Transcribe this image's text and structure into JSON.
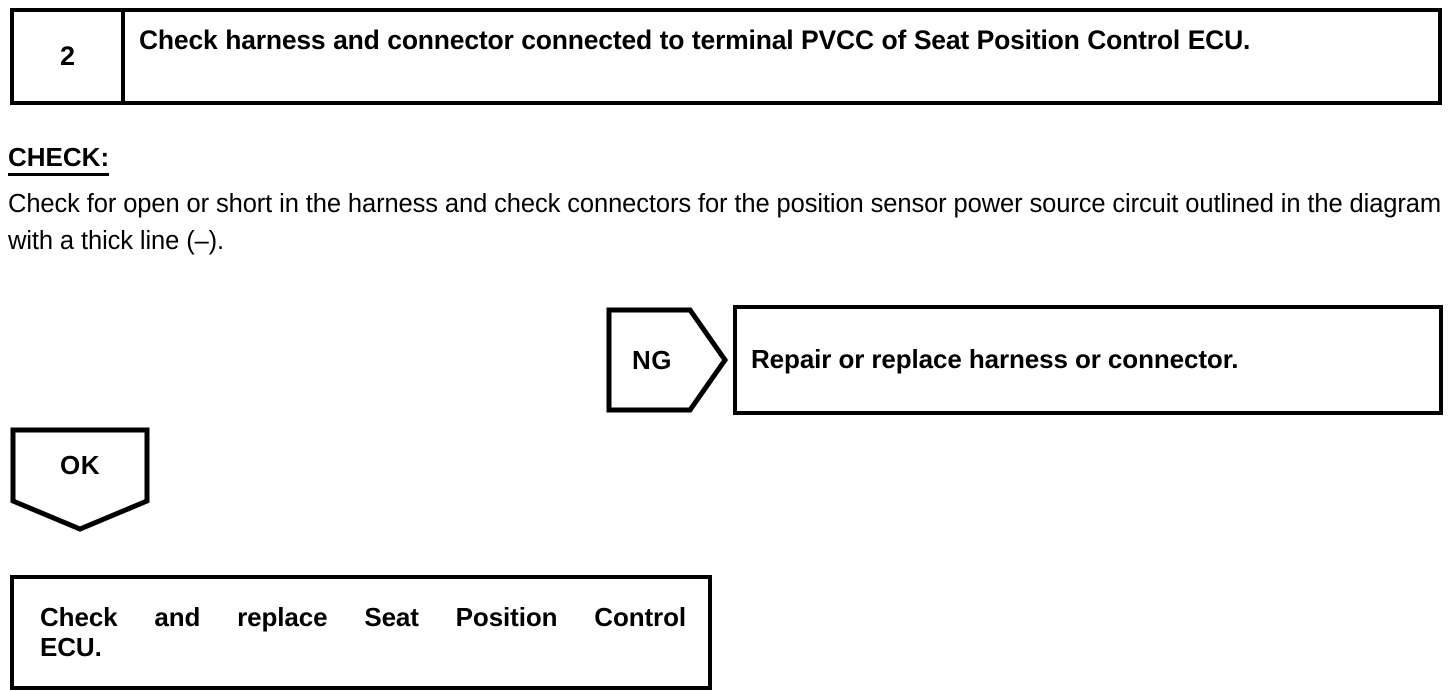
{
  "step": {
    "number": "2",
    "instruction": "Check harness and connector connected to terminal PVCC of Seat Position Control ECU."
  },
  "check_section": {
    "label": "CHECK:",
    "body": "Check for open or short in the harness and check connectors for the position sensor power source circuit outlined in the diagram with a thick line (–)."
  },
  "branches": {
    "ng": {
      "label": "NG",
      "result": "Repair or replace harness or connector."
    },
    "ok": {
      "label": "OK",
      "result_line1": "Check and replace Seat Position Control",
      "result_line2": "ECU.",
      "result_full": "Check and replace Seat Position Control ECU."
    }
  },
  "colors": {
    "ink": "#000000",
    "paper": "#ffffff"
  }
}
